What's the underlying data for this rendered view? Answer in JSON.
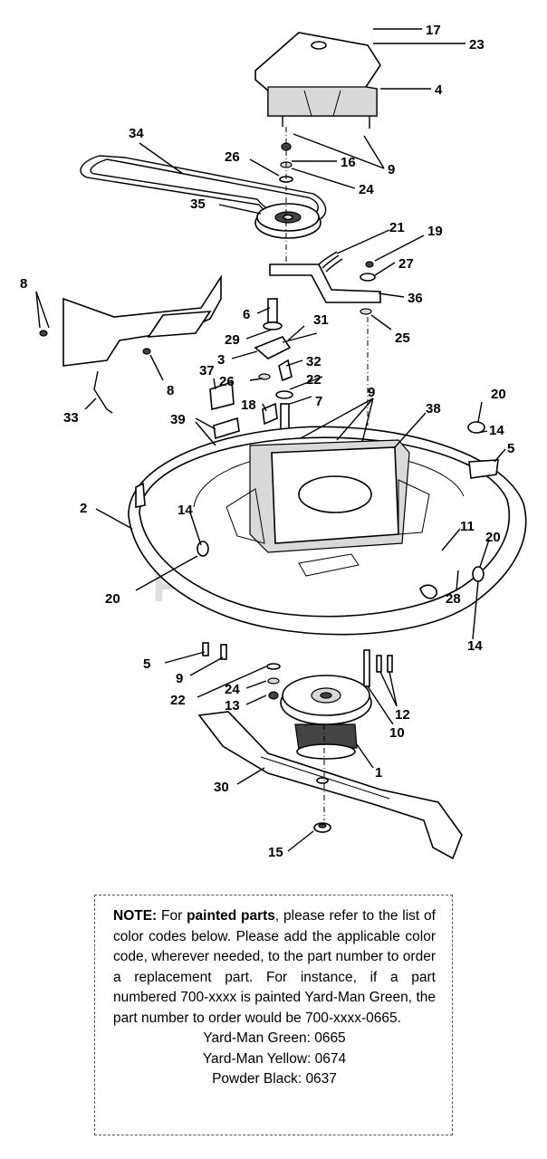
{
  "callouts": [
    "17",
    "23",
    "4",
    "34",
    "26",
    "16",
    "9",
    "24",
    "35",
    "21",
    "19",
    "27",
    "36",
    "25",
    "6",
    "31",
    "29",
    "3",
    "32",
    "22",
    "8",
    "37",
    "26",
    "18",
    "7",
    "9",
    "38",
    "20",
    "14",
    "5",
    "39",
    "33",
    "8",
    "2",
    "14",
    "11",
    "20",
    "28",
    "20",
    "14",
    "5",
    "9",
    "22",
    "24",
    "13",
    "12",
    "10",
    "1",
    "30",
    "15"
  ],
  "watermark": "PartsTree",
  "note": {
    "label": "NOTE:",
    "text_a": " For ",
    "bold_a": "painted parts",
    "text_b": ", please refer to the list of color codes below.  Please add the applicable color code, wherever needed, to the part number to order a replacement part.  For instance, if a part numbered 700-xxxx is painted Yard-Man Green, the part number to order would be 700-xxxx-0665.",
    "codes": [
      "Yard-Man Green: 0665",
      "Yard-Man Yellow: 0674",
      "Powder Black: 0637"
    ]
  }
}
